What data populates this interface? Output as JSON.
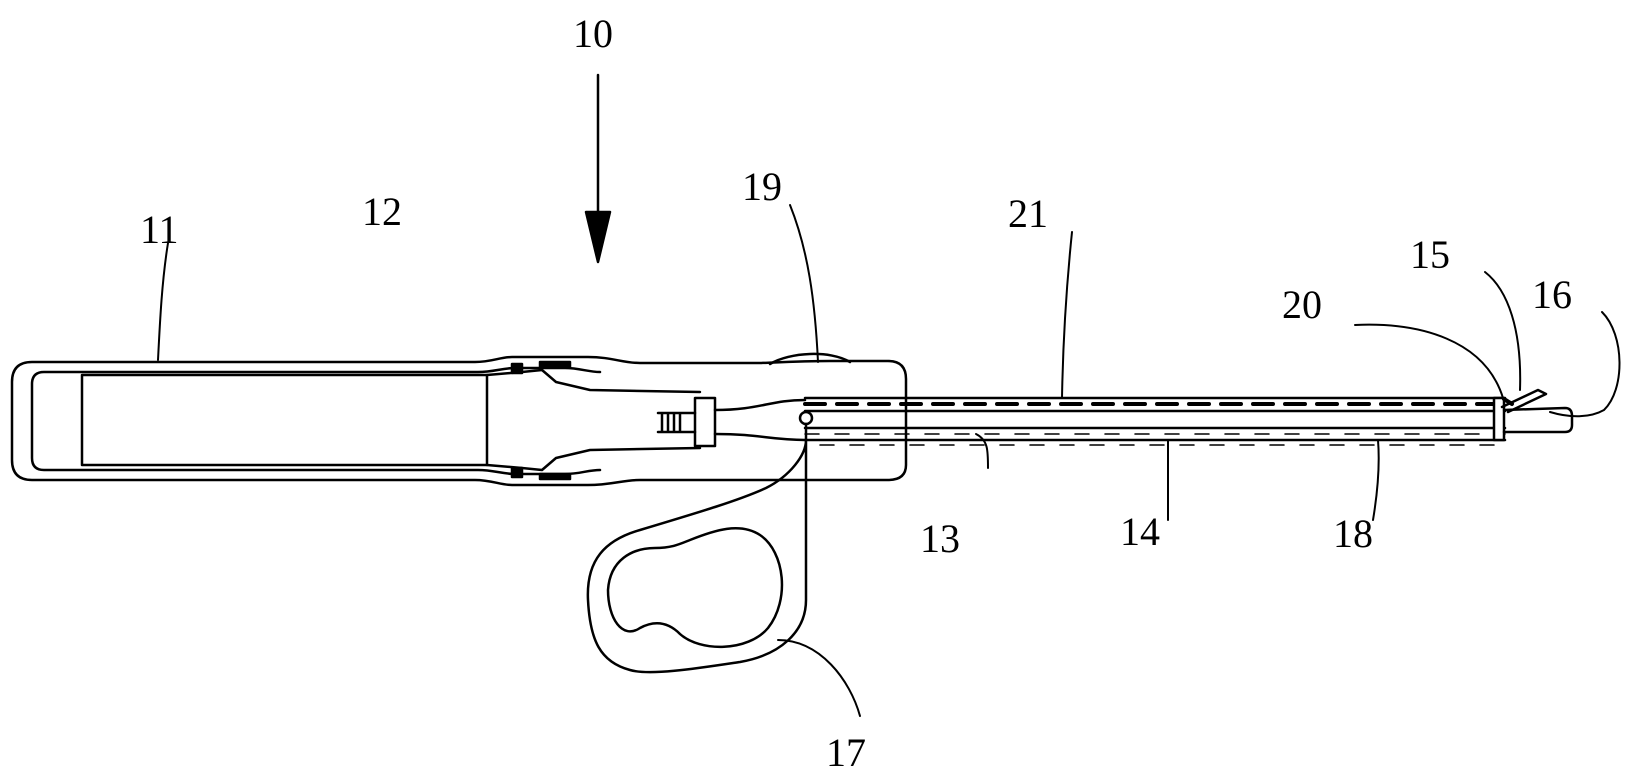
{
  "figure": {
    "labels": {
      "l10": "10",
      "l11": "11",
      "l12": "12",
      "l13": "13",
      "l14": "14",
      "l15": "15",
      "l16": "16",
      "l17": "17",
      "l18": "18",
      "l19": "19",
      "l20": "20",
      "l21": "21"
    }
  }
}
